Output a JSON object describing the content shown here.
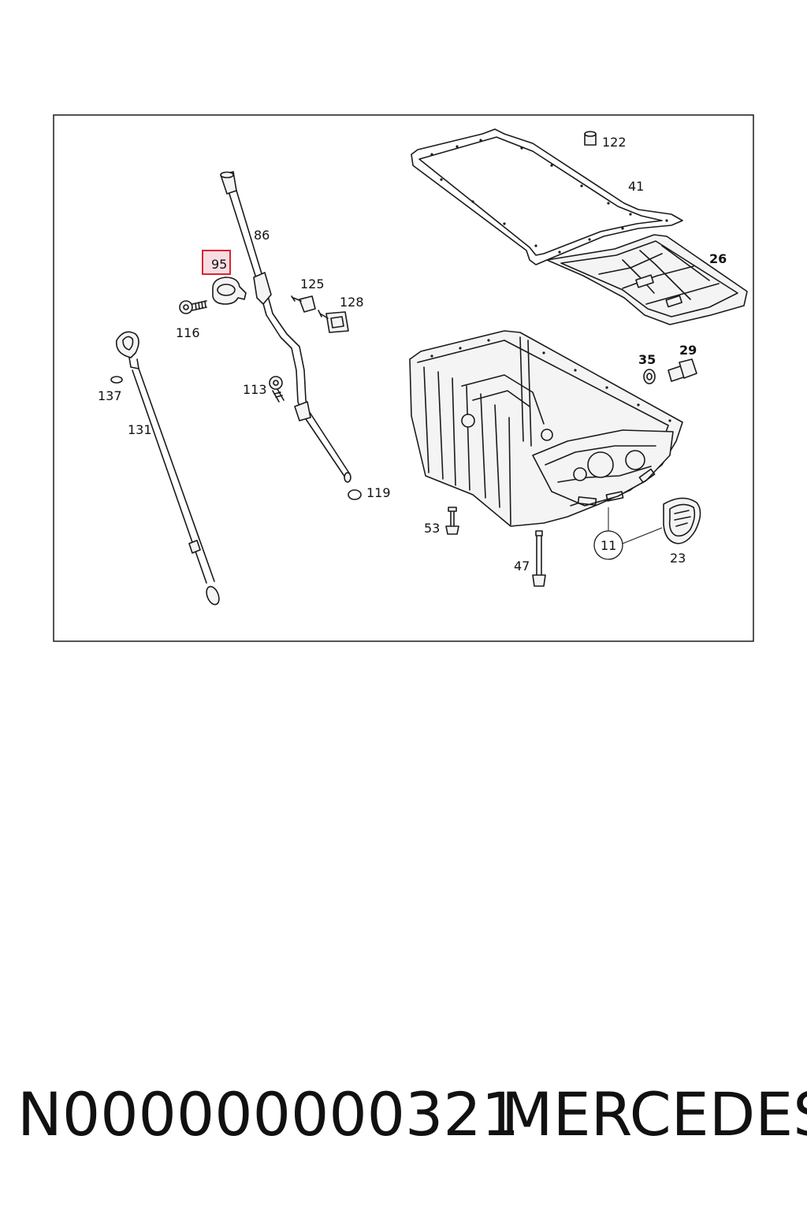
{
  "diagram": {
    "highlight_color": "#d9262e",
    "highlight_fill": "#f6dde3",
    "labels": {
      "l122": "122",
      "l41": "41",
      "l86": "86",
      "l26": "26",
      "l95": "95",
      "l125": "125",
      "l128": "128",
      "l116": "116",
      "l35": "35",
      "l29": "29",
      "l137": "137",
      "l113": "113",
      "l131": "131",
      "l119": "119",
      "l53": "53",
      "l11": "11",
      "l23": "23",
      "l47": "47"
    },
    "highlighted_label": "95"
  },
  "footer": {
    "part_number": "N000000000321",
    "brand": "MERCEDES"
  }
}
